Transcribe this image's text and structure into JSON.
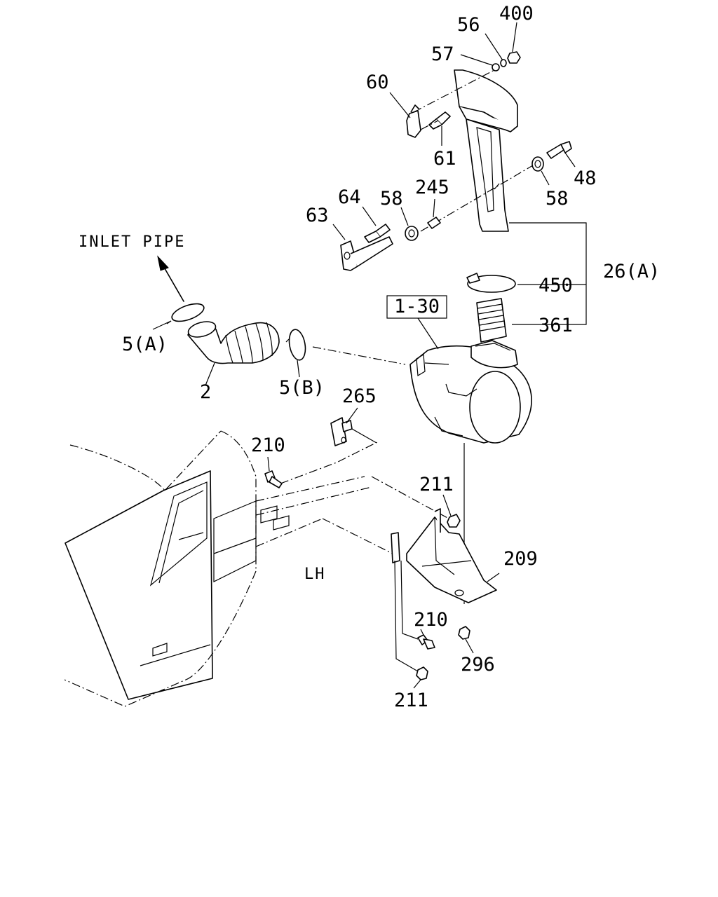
{
  "callouts": {
    "c400": "400",
    "c56": "56",
    "c57": "57",
    "c60": "60",
    "c61": "61",
    "c48": "48",
    "c58a": "58",
    "c58b": "58",
    "c64": "64",
    "c245": "245",
    "c63": "63",
    "c26a": "26(A)",
    "c450": "450",
    "c361": "361",
    "c1_30": "1-30",
    "c5a": "5(A)",
    "c2": "2",
    "c5b": "5(B)",
    "c265": "265",
    "c210a": "210",
    "c211a": "211",
    "c209": "209",
    "c210b": "210",
    "c296": "296",
    "c211b": "211"
  },
  "notes": {
    "inlet_pipe": "INLET PIPE",
    "lh": "LH"
  }
}
